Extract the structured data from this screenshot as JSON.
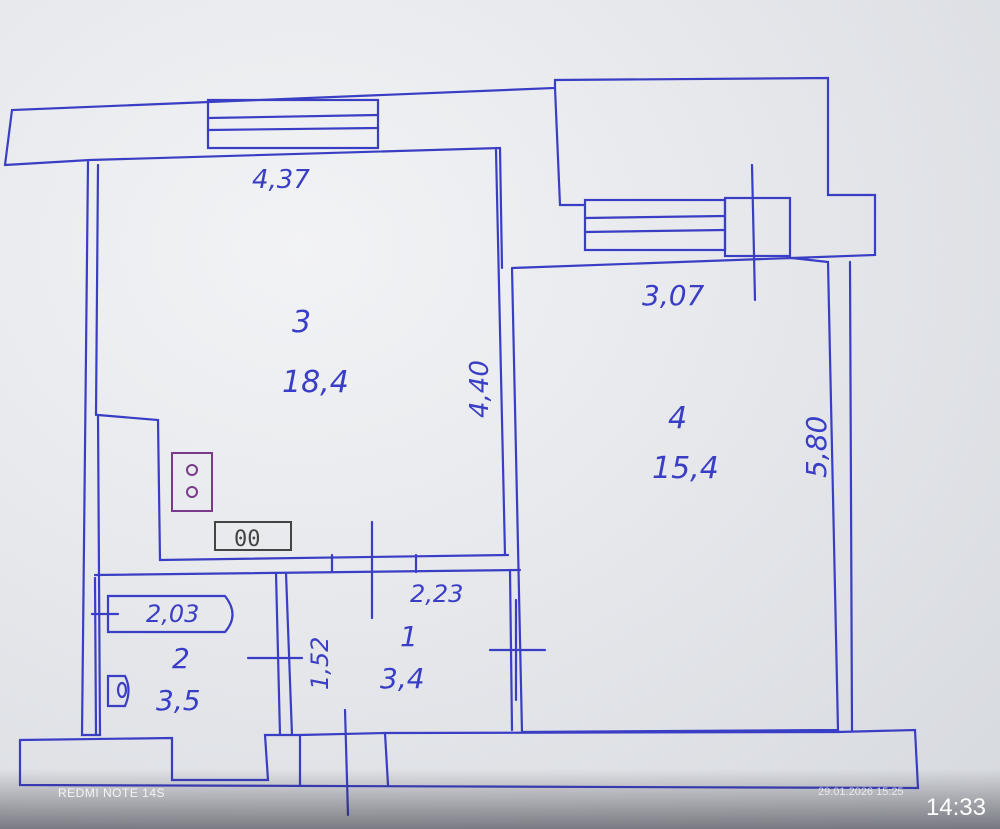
{
  "plan": {
    "dimensions": {
      "room3_width": "4,37",
      "room3_depth": "4,40",
      "room4_width": "3,07",
      "room4_depth": "5,80",
      "hall_width": "2,23",
      "hall_depth": "1,52",
      "bath_width": "2,03"
    },
    "rooms": [
      {
        "number": "3",
        "area": "18,4"
      },
      {
        "number": "4",
        "area": "15,4"
      },
      {
        "number": "1",
        "area": "3,4"
      },
      {
        "number": "2",
        "area": "3,5"
      }
    ],
    "stove_label": "00",
    "ink_color": "#3a3ec4",
    "stove_color": "#7a3a8a"
  },
  "overlay": {
    "camera_watermark": "REDMI NOTE 14S",
    "photo_timestamp": "29.01.2026 15:25",
    "status_time": "14:33"
  }
}
